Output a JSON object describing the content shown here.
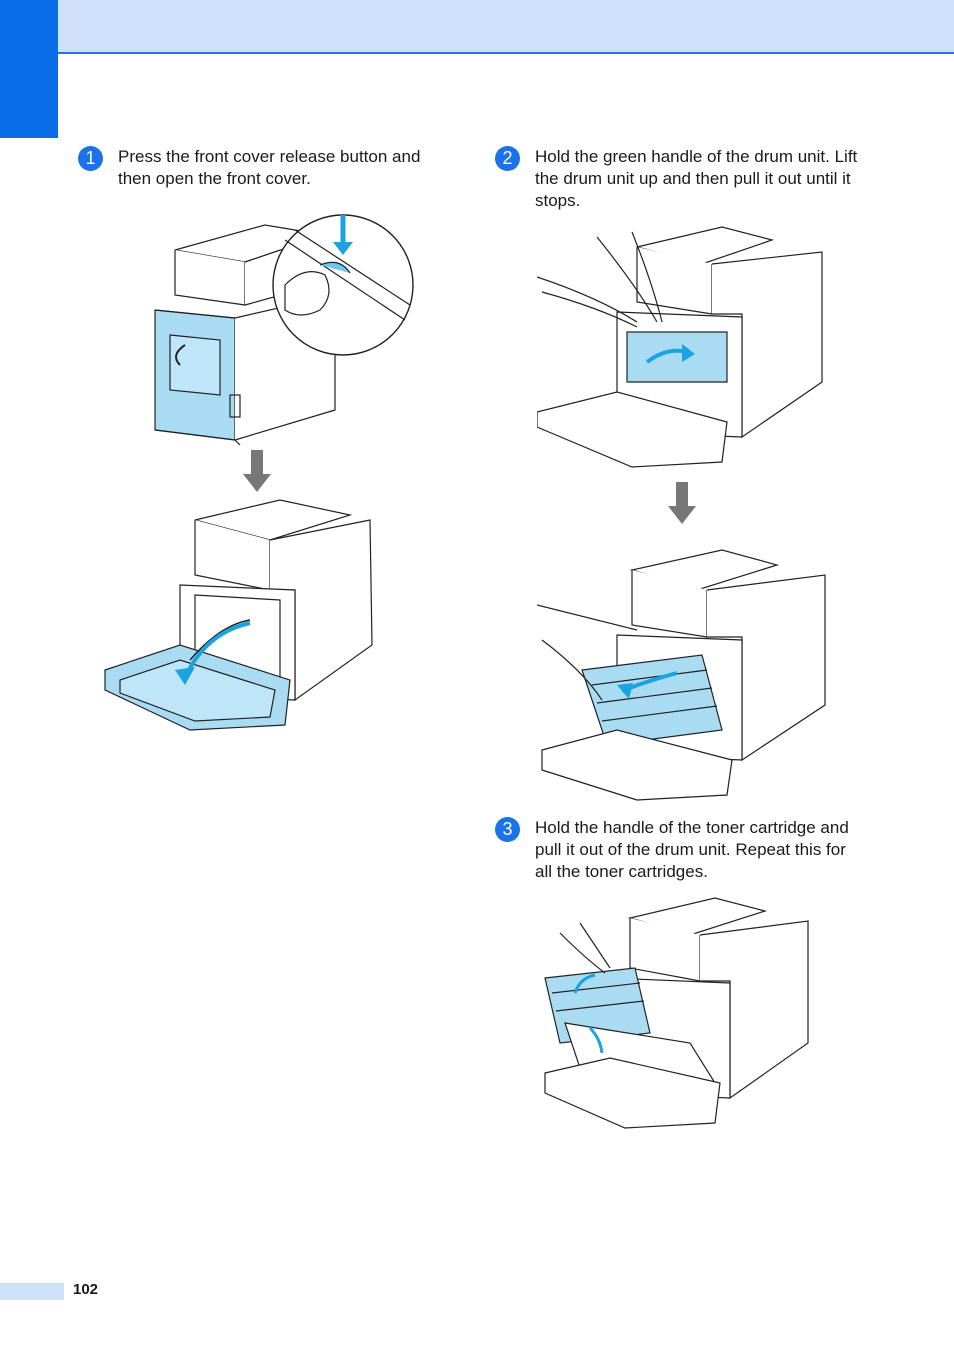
{
  "steps": [
    {
      "number": "1",
      "text": "Press the front cover release button and then open the front cover."
    },
    {
      "number": "2",
      "text": "Hold the green handle of the drum unit. Lift the drum unit up and then pull it out until it stops."
    },
    {
      "number": "3",
      "text": "Hold the handle of the toner cartridge and pull it out of the drum unit. Repeat this for all the toner cartridges."
    }
  ],
  "footer": {
    "page_number": "102"
  },
  "colors": {
    "accent": "#0a6de8",
    "band": "#cfe0fb",
    "highlight": "#a9dcf3"
  }
}
